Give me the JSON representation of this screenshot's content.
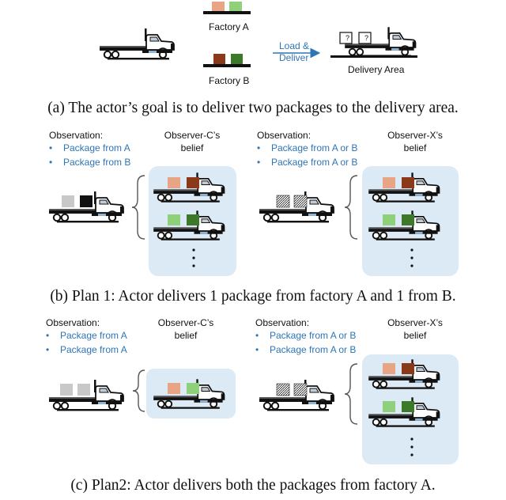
{
  "colors": {
    "orange": "#e8a585",
    "green": "#8fd17a",
    "brown": "#8a3a1a",
    "darkgreen": "#3c7a2a",
    "blue_text": "#2e75b6",
    "belief_bg": "#dceaf5",
    "truck_white": "#ffffff",
    "package_gray": "#c8c8c8"
  },
  "top": {
    "factory_a": "Factory A",
    "factory_b": "Factory B",
    "arrow_label_1": "Load &",
    "arrow_label_2": "Deliver",
    "delivery_area": "Delivery Area",
    "package_mark": "?"
  },
  "caption_a": "(a) The actor’s goal is to deliver two packages to the delivery area.",
  "plan1": {
    "left": {
      "observation": "Observation:",
      "items": [
        "Package from A",
        "Package from B"
      ],
      "belief_title_1": "Observer-C’s",
      "belief_title_2": "belief"
    },
    "right": {
      "observation": "Observation:",
      "items": [
        "Package from A or B",
        "Package from A or B"
      ],
      "belief_title_1": "Observer-X’s",
      "belief_title_2": "belief"
    }
  },
  "caption_b": "(b) Plan 1: Actor delivers 1 package from factory A and 1 from B.",
  "plan2": {
    "left": {
      "observation": "Observation:",
      "items": [
        "Package from A",
        "Package from A"
      ],
      "belief_title_1": "Observer-C’s",
      "belief_title_2": "belief"
    },
    "right": {
      "observation": "Observation:",
      "items": [
        "Package from A or B",
        "Package from A or B"
      ],
      "belief_title_1": "Observer-X’s",
      "belief_title_2": "belief"
    }
  },
  "caption_c": "(c) Plan2: Actor delivers both the packages from factory A.",
  "bullet": "•",
  "ellipsis_dot": "•"
}
